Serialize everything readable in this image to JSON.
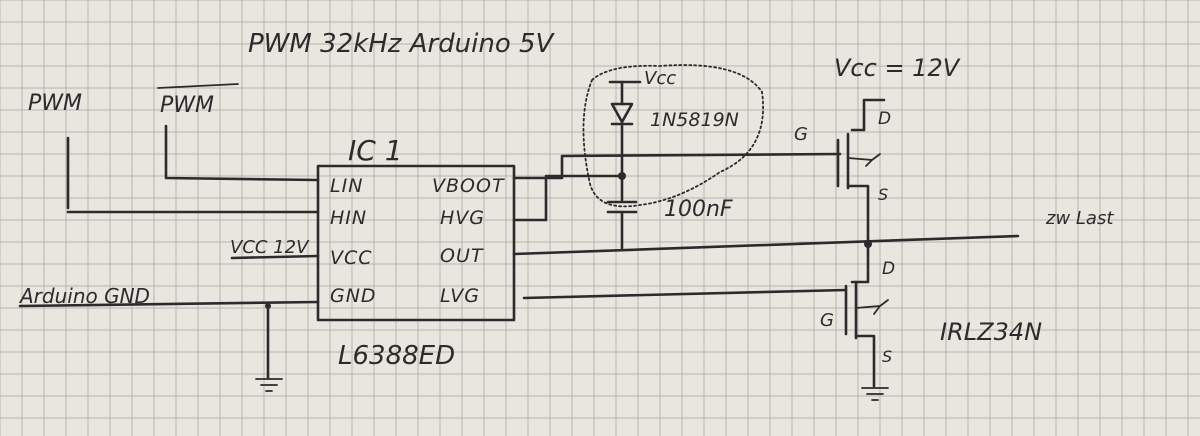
{
  "title": "PWM 32kHz Arduino 5V",
  "inputs": {
    "pwm": "PWM",
    "pwm_inverted": "PWM",
    "arduino_gnd": "Arduino GND",
    "vcc_ic": "VCC 12V"
  },
  "ic": {
    "ref": "IC 1",
    "part": "L6388ED",
    "left_pins": [
      "LIN",
      "HIN",
      "VCC",
      "GND"
    ],
    "right_pins": [
      "VBOOT",
      "HVG",
      "OUT",
      "LVG"
    ]
  },
  "bootstrap": {
    "vcc": "Vcc",
    "diode": "1N5819N",
    "capacitor": "100nF"
  },
  "supply": {
    "vcc": "Vcc = 12V"
  },
  "load": {
    "label": "zw Last"
  },
  "mosfet": {
    "part": "IRLZ34N",
    "gate": "G",
    "drain": "D",
    "source": "S"
  }
}
